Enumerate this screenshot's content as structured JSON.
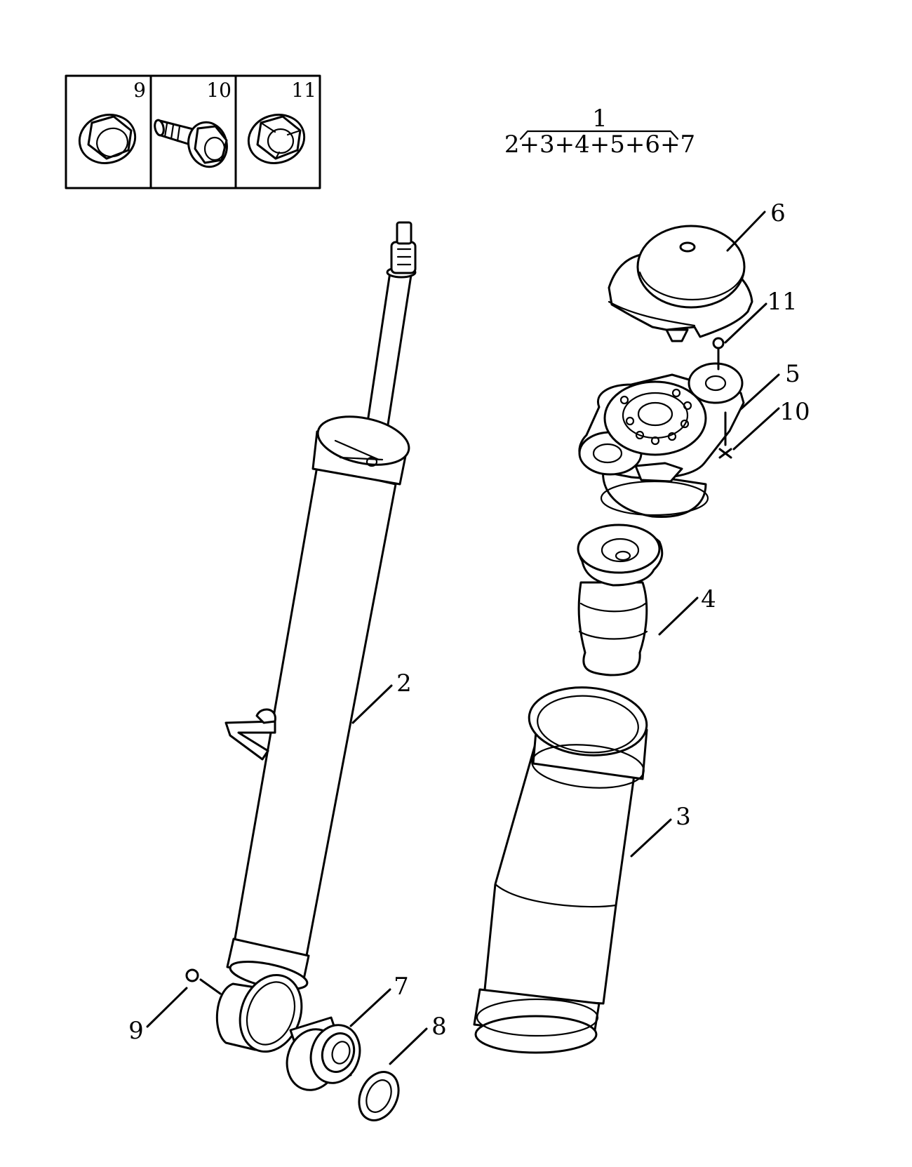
{
  "inset": {
    "cells": [
      {
        "number": "9",
        "icon": "flange-nut-icon"
      },
      {
        "number": "10",
        "icon": "flange-bolt-icon"
      },
      {
        "number": "11",
        "icon": "flange-nut-icon"
      }
    ]
  },
  "assembly": {
    "number": "1",
    "includes": "2+3+4+5+6+7"
  },
  "callouts": {
    "c2": "2",
    "c3": "3",
    "c4": "4",
    "c5": "5",
    "c6": "6",
    "c7": "7",
    "c8": "8",
    "c9": "9",
    "c10": "10",
    "c11": "11"
  }
}
